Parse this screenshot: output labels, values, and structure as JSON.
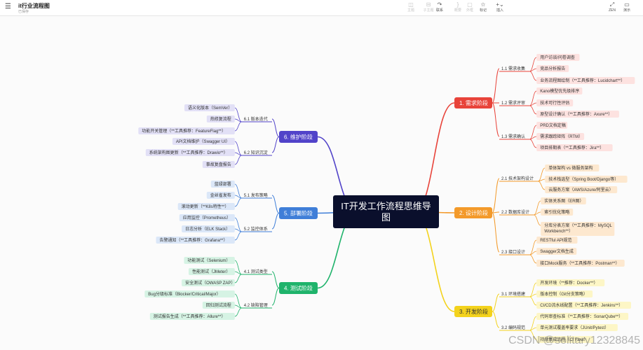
{
  "header": {
    "title": "it行业流程图",
    "subtitle": "已保存",
    "tools": [
      {
        "label": "主题",
        "icon": "theme-icon",
        "glyph": "◫",
        "dim": true
      },
      {
        "label": "子主题",
        "icon": "subtopic-icon",
        "glyph": "⊟",
        "dim": true
      },
      {
        "label": "联系",
        "icon": "relation-icon",
        "glyph": "↷",
        "dim": false
      },
      {
        "label": "概要",
        "icon": "summary-icon",
        "glyph": "}",
        "dim": true
      },
      {
        "label": "外框",
        "icon": "boundary-icon",
        "glyph": "▢",
        "dim": true
      },
      {
        "label": "标记",
        "icon": "star-icon",
        "glyph": "☆",
        "dim": false
      },
      {
        "label": "插入",
        "icon": "plus-icon",
        "glyph": "+⌄",
        "dim": false
      }
    ],
    "right_tools": [
      {
        "label": "ZEN",
        "icon": "zen-icon",
        "glyph": "⤢"
      },
      {
        "label": "演示",
        "icon": "present-icon",
        "glyph": "▭"
      }
    ]
  },
  "colors": {
    "root_bg": "#0a0f2c",
    "stage1": "#e8433a",
    "stage1_light": "#fde2e0",
    "stage1_line": "#e8433a",
    "stage2": "#f39a2a",
    "stage2_light": "#fde8cf",
    "stage2_line": "#f39a2a",
    "stage3": "#f3d21c",
    "stage3_light": "#fdf6c6",
    "stage3_line": "#f0c419",
    "stage4": "#1fb36b",
    "stage4_light": "#d6f3e4",
    "stage4_line": "#1fb36b",
    "stage5": "#3f7ed8",
    "stage5_light": "#dbe7f8",
    "stage5_line": "#3f7ed8",
    "stage6": "#5143c9",
    "stage6_light": "#e2e0f6",
    "stage6_line": "#5143c9"
  },
  "mindmap": {
    "root": "IT开发工作流程思维导图",
    "stages": [
      {
        "label": "1. 需求阶段",
        "side": "right",
        "color_key": "stage1",
        "groups": [
          {
            "label": "1.1 需求收集",
            "items": [
              "用户访谈/问卷调查",
              "竞品分析报告",
              "业务流程图绘制（**工具推荐：Lucidchart**）"
            ]
          },
          {
            "label": "1.2 需求评审",
            "items": [
              "Kano模型优先级排序",
              "技术可行性评估",
              "原型设计确认（**工具推荐：Axure**）"
            ]
          },
          {
            "label": "1.3 需求确认",
            "items": [
              "PRD文档定稿",
              "需求跟踪矩阵（RTM）",
              "项目排期表（**工具推荐：Jira**）"
            ]
          }
        ]
      },
      {
        "label": "2. 设计阶段",
        "side": "right",
        "color_key": "stage2",
        "groups": [
          {
            "label": "2.1 技术架构设计",
            "items": [
              "单体架构 vs 微服务架构",
              "技术栈选型（Spring Boot/Django等）",
              "云服务方案（AWS/Azure/阿里云）"
            ]
          },
          {
            "label": "2.2 数据库设计",
            "items": [
              "实体关系图（ER图）",
              "索引优化策略",
              "分库分表方案（**工具推荐：MySQL Workbench**）"
            ]
          },
          {
            "label": "2.3 接口设计",
            "items": [
              "RESTful API规范",
              "Swagger文档生成",
              "接口Mock服务（**工具推荐：Postman**）"
            ]
          }
        ]
      },
      {
        "label": "3. 开发阶段",
        "side": "right",
        "color_key": "stage3",
        "groups": [
          {
            "label": "3.1 环境搭建",
            "items": [
              "开发环境（**推荐：Docker**）",
              "版本控制（Git分支策略）",
              "CI/CD流水线配置（**工具推荐：Jenkins**）"
            ]
          },
          {
            "label": "3.2 编码规范",
            "items": [
              "代码审查标准（**工具推荐：SonarQube**）",
              "单元测试覆盖率要求（JUnit/Pytest）",
              "持续集成流程（CI Flow）"
            ]
          }
        ]
      },
      {
        "label": "4. 测试阶段",
        "side": "left",
        "color_key": "stage4",
        "groups": [
          {
            "label": "4.1 测试类型",
            "items": [
              "功能测试（Selenium）",
              "性能测试（JMeter）",
              "安全测试（OWASP ZAP）"
            ]
          },
          {
            "label": "4.2 缺陷管理",
            "items": [
              "Bug分级标准（Blocker/Critical/Major）",
              "回归测试流程",
              "测试报告生成（**工具推荐：Allure**）"
            ]
          }
        ]
      },
      {
        "label": "5. 部署阶段",
        "side": "left",
        "color_key": "stage5",
        "groups": [
          {
            "label": "5.1 发布策略",
            "items": [
              "蓝绿部署",
              "金丝雀发布",
              "滚动更新（**K8s特性**）"
            ]
          },
          {
            "label": "5.2 监控体系",
            "items": [
              "应用监控（Prometheus）",
              "日志分析（ELK Stack）",
              "告警通知（**工具推荐：Grafana**）"
            ]
          }
        ]
      },
      {
        "label": "6. 维护阶段",
        "side": "left",
        "color_key": "stage6",
        "groups": [
          {
            "label": "6.1 版本迭代",
            "items": [
              "语义化版本（SemVer）",
              "热修复流程",
              "功能开关管理（**工具推荐：FeatureFlag**）"
            ]
          },
          {
            "label": "6.2 知识沉淀",
            "items": [
              "API文档维护（Swagger UI）",
              "系统架构图更新（**工具推荐：Drawio**）",
              "事故复盘报告"
            ]
          }
        ]
      }
    ]
  },
  "watermark": "CSDN @solitary12328845"
}
